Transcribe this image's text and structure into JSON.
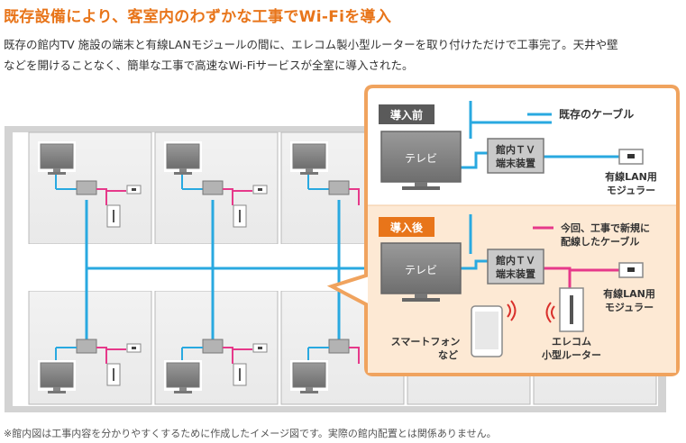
{
  "heading": "既存設備により、客室内のわずかな工事でWi-Fiを導入",
  "intro": {
    "line1": "既存の館内TV 施設の端末と有線LANモジュールの間に、エレコム製小型ルーターを取り付けただけで工事完了。天井や壁",
    "line2": "などを開けることなく、簡単な工事で高速なWi-Fiサービスが全室に導入された。"
  },
  "callout": {
    "before": {
      "badge": "導入前",
      "legend": "既存のケーブル",
      "tv": "テレビ",
      "terminal_line1": "館内ＴＶ",
      "terminal_line2": "端末装置",
      "lan_line1": "有線LAN用",
      "lan_line2": "モジュラー"
    },
    "after": {
      "badge": "導入後",
      "legend_line1": "今回、工事で新規に",
      "legend_line2": "配線したケーブル",
      "tv": "テレビ",
      "terminal_line1": "館内ＴＶ",
      "terminal_line2": "端末装置",
      "lan_line1": "有線LAN用",
      "lan_line2": "モジュラー",
      "phone_line1": "スマートフォン",
      "phone_line2": "など",
      "router_line1": "エレコム",
      "router_line2": "小型ルーター"
    }
  },
  "colors": {
    "heading": "#e8751a",
    "existing_cable": "#29a9e0",
    "new_cable": "#e6398a",
    "callout_border": "#f0a35e",
    "after_panel": "#fde9d4",
    "badge": "#5a5a5a",
    "badge_after": "#e8751a"
  },
  "footnote": "※館内図は工事内容を分かりやすくするために作成したイメージ図です。実際の館内配置とは関係ありません。"
}
